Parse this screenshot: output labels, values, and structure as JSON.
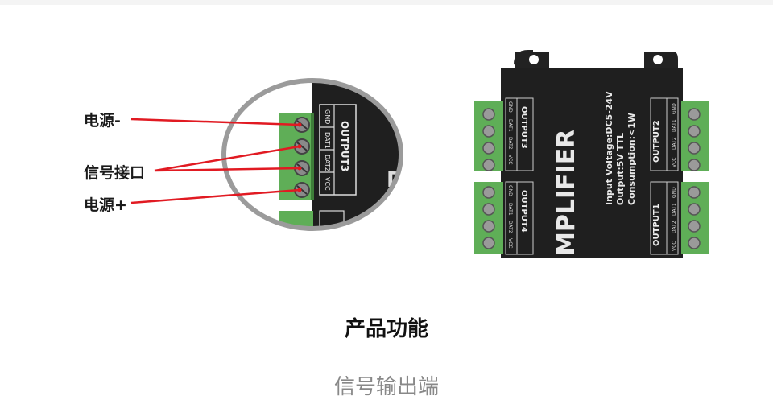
{
  "annotations": {
    "power_negative": "电源-",
    "signal_interface": "信号接口",
    "power_positive": "电源+"
  },
  "device": {
    "zoom_label": "OUTPUT3",
    "zoom_pins": [
      "GND",
      "DAT1",
      "DAT2",
      "VCC"
    ],
    "model_text": "MPLIFIER",
    "spec_lines": [
      "Input Voltage:DC5-24V",
      "Output:5V TTL",
      "Consumption:<1W"
    ],
    "outputs": [
      {
        "label": "OUTPUT3",
        "pins": [
          "GND",
          "DAT1",
          "DAT2",
          "VCC"
        ]
      },
      {
        "label": "OUTPUT4",
        "pins": [
          "GND",
          "DAT1",
          "DAT2",
          "VCC"
        ]
      },
      {
        "label": "OUTPUT2",
        "pins": [
          "GND",
          "DAT1",
          "DAT2",
          "VCC"
        ]
      },
      {
        "label": "OUTPUT1",
        "pins": [
          "GND",
          "DAT1",
          "DAT2",
          "VCC"
        ]
      }
    ]
  },
  "sections": {
    "product_function": "产品功能",
    "signal_output": "信号输出端"
  },
  "colors": {
    "arrow": "#e11a22",
    "terminal": "#5fae57",
    "housing": "#1f1f1f",
    "lens_ring": "#9b9b9b"
  }
}
